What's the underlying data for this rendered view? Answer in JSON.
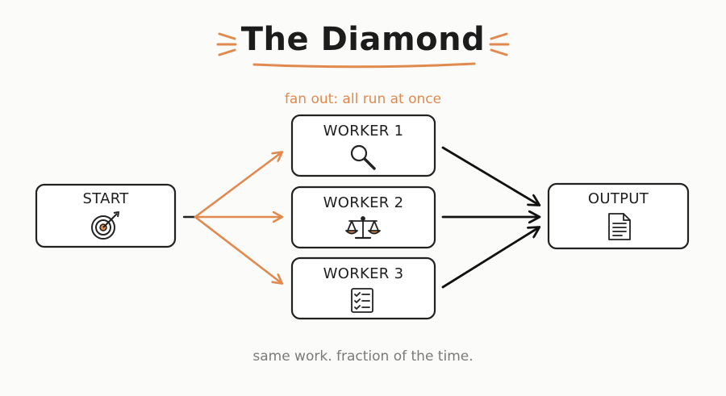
{
  "header": {
    "title": "The Diamond",
    "subtitle": "fan out: all run at once"
  },
  "nodes": {
    "start": {
      "label": "START",
      "icon": "target-icon"
    },
    "worker1": {
      "label": "WORKER 1",
      "icon": "magnifier-icon"
    },
    "worker2": {
      "label": "WORKER 2",
      "icon": "scales-icon"
    },
    "worker3": {
      "label": "WORKER 3",
      "icon": "checklist-icon"
    },
    "output": {
      "label": "OUTPUT",
      "icon": "document-icon"
    }
  },
  "footer": {
    "caption": "same work. fraction of the time."
  },
  "colors": {
    "accent": "#e08a4f",
    "ink": "#1e1e1e",
    "muted": "#7a7a7a",
    "background": "#fbfbf9"
  }
}
